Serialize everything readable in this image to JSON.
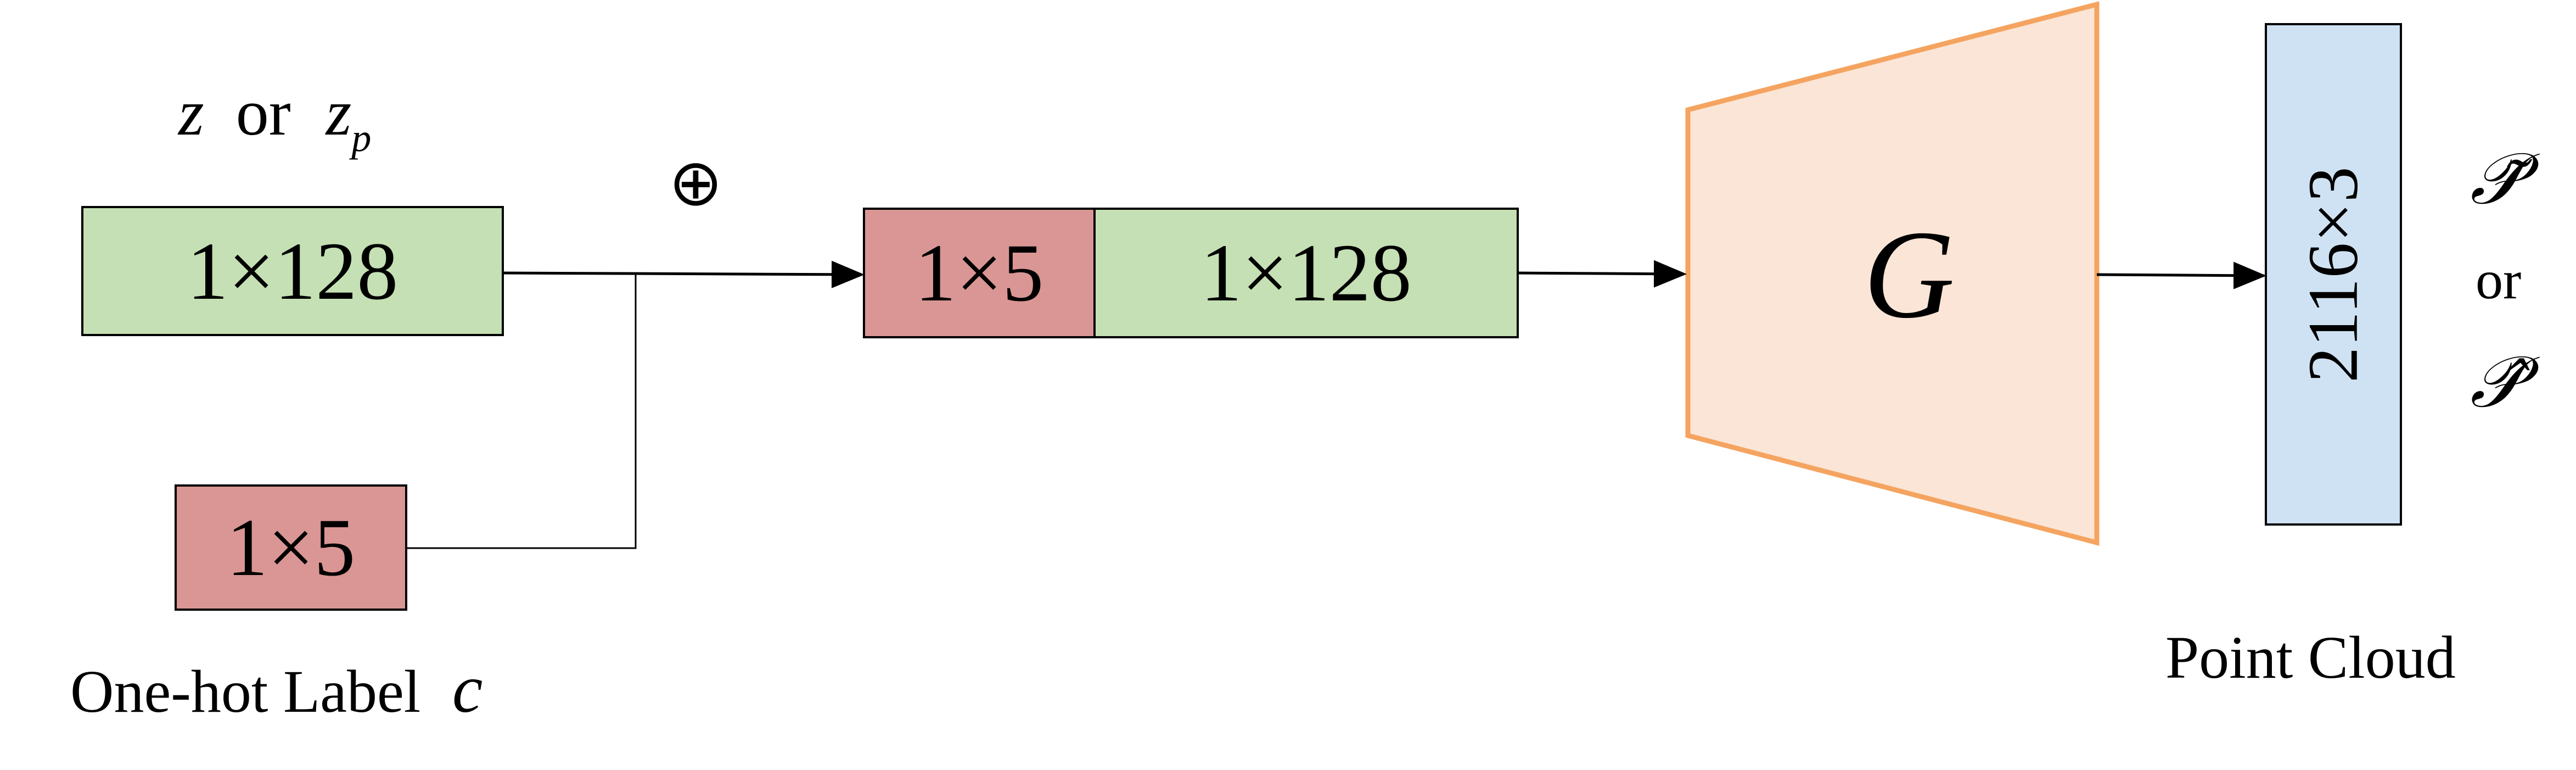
{
  "inputs": {
    "z_label": {
      "z": "z",
      "or": "or",
      "zp": "z",
      "zp_sub": "p"
    },
    "latent_box": "1×128",
    "label_box": "1×5",
    "label_caption_text": "One-hot Label",
    "label_caption_var": "c"
  },
  "concat": {
    "symbol": "⊕",
    "label_part": "1×5",
    "latent_part": "1×128"
  },
  "generator": {
    "label": "G"
  },
  "output": {
    "box": "2116×3",
    "caption": "Point Cloud",
    "p_tilde": "𝒫̃",
    "or": "or",
    "p_hat": "𝒫̂"
  },
  "colors": {
    "latent": "#c5e0b4",
    "label": "#d99694",
    "generator_fill": "#fbe5d6",
    "generator_stroke": "#f4a460",
    "output": "#cfe2f3"
  }
}
